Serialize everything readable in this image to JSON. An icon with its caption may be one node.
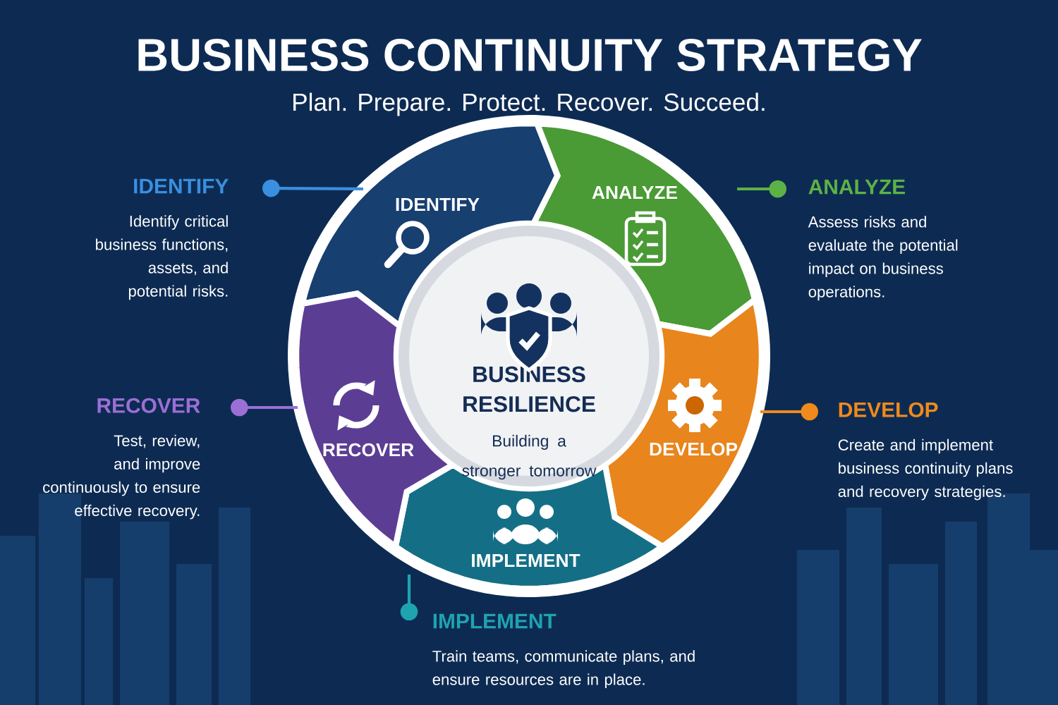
{
  "diagram": {
    "title": "BUSINESS CONTINUITY STRATEGY",
    "caption": "Plan. Prepare. Protect. Recover. Succeed.",
    "nodes": [
      {
        "text": [
          "BUSINESS RESILIENCE",
          "Building a stronger tomorrow"
        ]
      },
      {
        "text": [
          "IDENTIFY"
        ]
      },
      {
        "text": [
          "ANALYZE"
        ]
      },
      {
        "text": [
          "DEVELOP"
        ]
      },
      {
        "text": [
          "IMPLEMENT"
        ]
      },
      {
        "text": [
          "RECOVER"
        ]
      },
      {
        "text": [
          "IDENTIFY",
          "Identify critical business functions, assets, and potential risks."
        ]
      },
      {
        "text": [
          "ANALYZE",
          "Assess risks and evaluate the potential impact on business operations."
        ]
      },
      {
        "text": [
          "DEVELOP",
          "Create and implement business continuity plans and recovery strategies."
        ]
      },
      {
        "text": [
          "IMPLEMENT",
          "Train teams, communicate plans, and ensure resources are in place."
        ]
      },
      {
        "text": [
          "RECOVER",
          "Test, review, and improve continuously to ensure effective recovery."
        ]
      }
    ],
    "edges": [
      {
        "from": 6,
        "to": 1,
        "arrow": "other",
        "color": "#3a8fe0"
      },
      {
        "from": 7,
        "to": 2,
        "arrow": "other",
        "color": "#5cb246"
      },
      {
        "from": 8,
        "to": 3,
        "arrow": "other",
        "color": "#f08a1c"
      },
      {
        "from": 9,
        "to": 4,
        "arrow": "other",
        "color": "#1fa3b0"
      },
      {
        "from": 10,
        "to": 5,
        "arrow": "other",
        "color": "#9b6fd6"
      }
    ]
  }
}
